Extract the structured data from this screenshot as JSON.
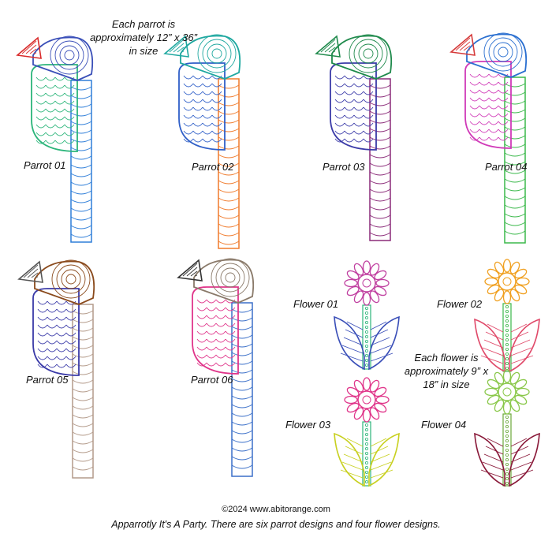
{
  "notes": {
    "parrot_size": "Each parrot is approximately 12” x 36” in size",
    "flower_size": "Each flower is approximately 9” x 18” in size"
  },
  "parrots": [
    {
      "label": "Parrot 01",
      "colors": {
        "crest": "#d92b2b",
        "head": "#3a4fb8",
        "body": "#2bb57a",
        "tail": "#2f7ed8"
      }
    },
    {
      "label": "Parrot 02",
      "colors": {
        "crest": "#1fa8a0",
        "head": "#1fa8a0",
        "body": "#2f5fc8",
        "tail": "#f07a2b"
      }
    },
    {
      "label": "Parrot 03",
      "colors": {
        "crest": "#1f8a4c",
        "head": "#1f8a4c",
        "body": "#3a3aa8",
        "tail": "#8a2a78"
      }
    },
    {
      "label": "Parrot 04",
      "colors": {
        "crest": "#d63a3a",
        "head": "#2a6fd0",
        "body": "#d03ab8",
        "tail": "#3ab84a"
      }
    },
    {
      "label": "Parrot 05",
      "colors": {
        "crest": "#555555",
        "head": "#8a4a1c",
        "body": "#3a3aa8",
        "tail": "#b39a8a"
      }
    },
    {
      "label": "Parrot 06",
      "colors": {
        "crest": "#333333",
        "head": "#8a7a6a",
        "body": "#e0358a",
        "tail": "#3a6fc8"
      }
    }
  ],
  "flowers": [
    {
      "label": "Flower 01",
      "colors": {
        "petals": "#c040a0",
        "leaves": "#3a4fb8",
        "stem": "#2bb57a"
      }
    },
    {
      "label": "Flower 02",
      "colors": {
        "petals": "#f0a020",
        "leaves": "#e04a6a",
        "stem": "#3ab84a"
      }
    },
    {
      "label": "Flower 03",
      "colors": {
        "petals": "#e0358a",
        "leaves": "#c8d020",
        "stem": "#2bb57a"
      }
    },
    {
      "label": "Flower 04",
      "colors": {
        "petals": "#8ac84a",
        "leaves": "#8a1a3a",
        "stem": "#6aa83a"
      }
    }
  ],
  "footer": {
    "copyright": "©2024 www.abitorange.com",
    "caption": "Apparrotly It's A Party. There are six parrot designs and four flower designs."
  }
}
